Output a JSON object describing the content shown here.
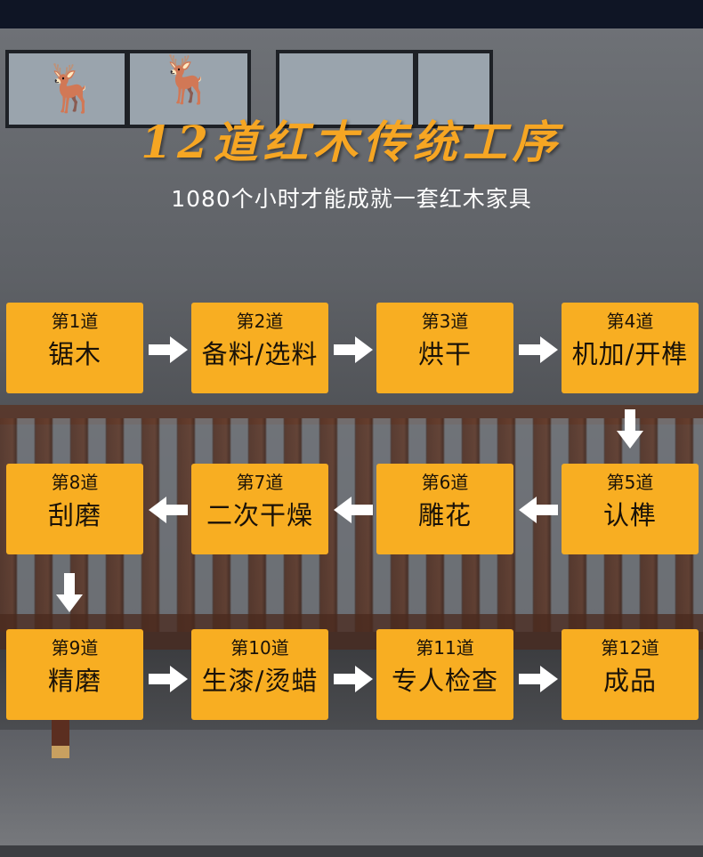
{
  "title": "12道红木传统工序",
  "subtitle": "1080个小时才能成就一套红木家具",
  "steps": [
    {
      "num": "第1道",
      "name": "锯木"
    },
    {
      "num": "第2道",
      "name": "备料/选料"
    },
    {
      "num": "第3道",
      "name": "烘干"
    },
    {
      "num": "第4道",
      "name": "机加/开榫"
    },
    {
      "num": "第5道",
      "name": "认榫"
    },
    {
      "num": "第6道",
      "name": "雕花"
    },
    {
      "num": "第7道",
      "name": "二次干燥"
    },
    {
      "num": "第8道",
      "name": "刮磨"
    },
    {
      "num": "第9道",
      "name": "精磨"
    },
    {
      "num": "第10道",
      "name": "生漆/烫蜡"
    },
    {
      "num": "第11道",
      "name": "专人检查"
    },
    {
      "num": "第12道",
      "name": "成品"
    }
  ],
  "colors": {
    "accent": "#f8ae22",
    "title": "#f6a623",
    "arrow": "#ffffff"
  },
  "icons": {
    "arrow": "arrow-icon"
  }
}
